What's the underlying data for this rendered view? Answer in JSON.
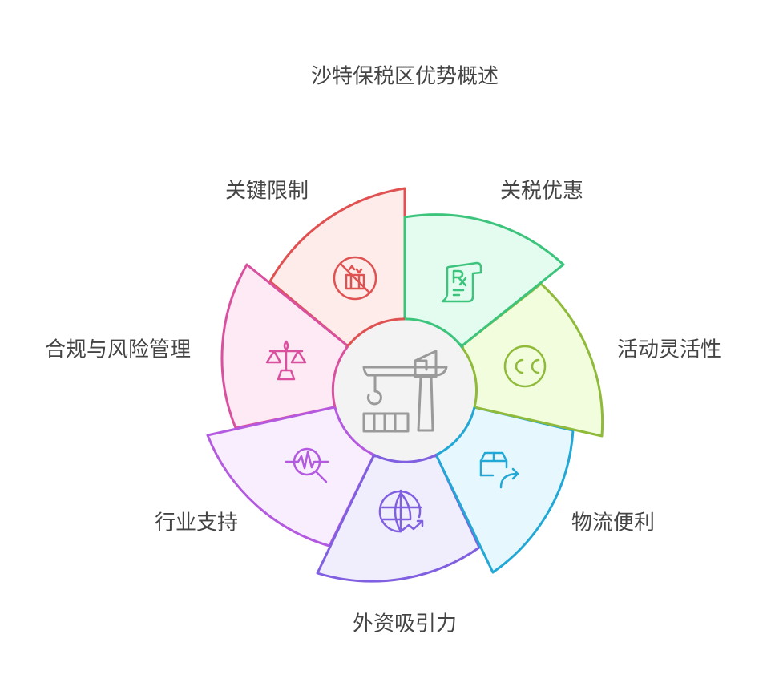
{
  "title": "沙特保税区优势概述",
  "segments": [
    {
      "label": "关税优惠",
      "icon": "prescription-scroll-icon",
      "color": "#3cc47c",
      "fill": "#e3fcef"
    },
    {
      "label": "活动灵活性",
      "icon": "cc-circle-icon",
      "color": "#8fba3a",
      "fill": "#f1fddc"
    },
    {
      "label": "物流便利",
      "icon": "package-forward-icon",
      "color": "#22a8d6",
      "fill": "#e6f7fd"
    },
    {
      "label": "外资吸引力",
      "icon": "globe-trend-icon",
      "color": "#8060e0",
      "fill": "#f0eefd"
    },
    {
      "label": "行业支持",
      "icon": "pulse-search-icon",
      "color": "#b45ae0",
      "fill": "#f8eefd"
    },
    {
      "label": "合规与风险管理",
      "icon": "balance-scale-icon",
      "color": "#d9509e",
      "fill": "#fdeaf4"
    },
    {
      "label": "关键限制",
      "icon": "no-cargo-icon",
      "color": "#e05252",
      "fill": "#fdecea"
    }
  ],
  "center": {
    "icon": "port-crane-icon",
    "color": "#9a9a9a",
    "fill": "#f3f3f3"
  }
}
